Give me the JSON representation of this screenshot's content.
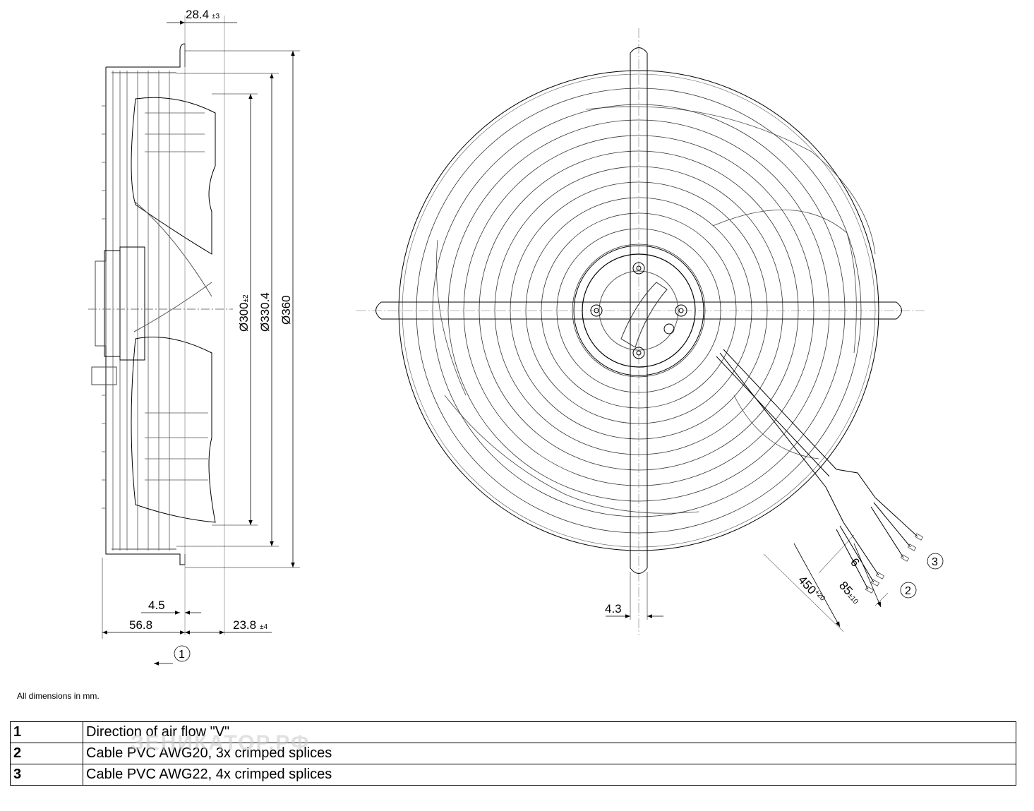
{
  "dimensions": {
    "top_offset": "28.4",
    "top_offset_tol": "±3",
    "dia_300": "Ø300",
    "dia_300_tol": "±2",
    "dia_330": "Ø330.4",
    "dia_360": "Ø360",
    "flange_4_5": "4.5",
    "depth_56_8": "56.8",
    "offset_23_8": "23.8",
    "offset_23_8_tol": "±4",
    "slot_4_3": "4.3",
    "cable_450": "450",
    "cable_450_tol": "+20",
    "wire_6": "6",
    "wire_85": "85",
    "wire_85_tol": "±10"
  },
  "callouts": {
    "c1": "1",
    "c2": "2",
    "c3": "3"
  },
  "note": "All dimensions in mm.",
  "legend": [
    {
      "num": "1",
      "text": "Direction of air flow \"V\""
    },
    {
      "num": "2",
      "text": "Cable PVC AWG20, 3x crimped splices"
    },
    {
      "num": "3",
      "text": "Cable PVC AWG22, 4x crimped splices"
    }
  ],
  "watermark": "ЗЕНИКАТОР.РФ",
  "colors": {
    "line": "#000000",
    "thin": "#444444",
    "bg": "#ffffff"
  }
}
